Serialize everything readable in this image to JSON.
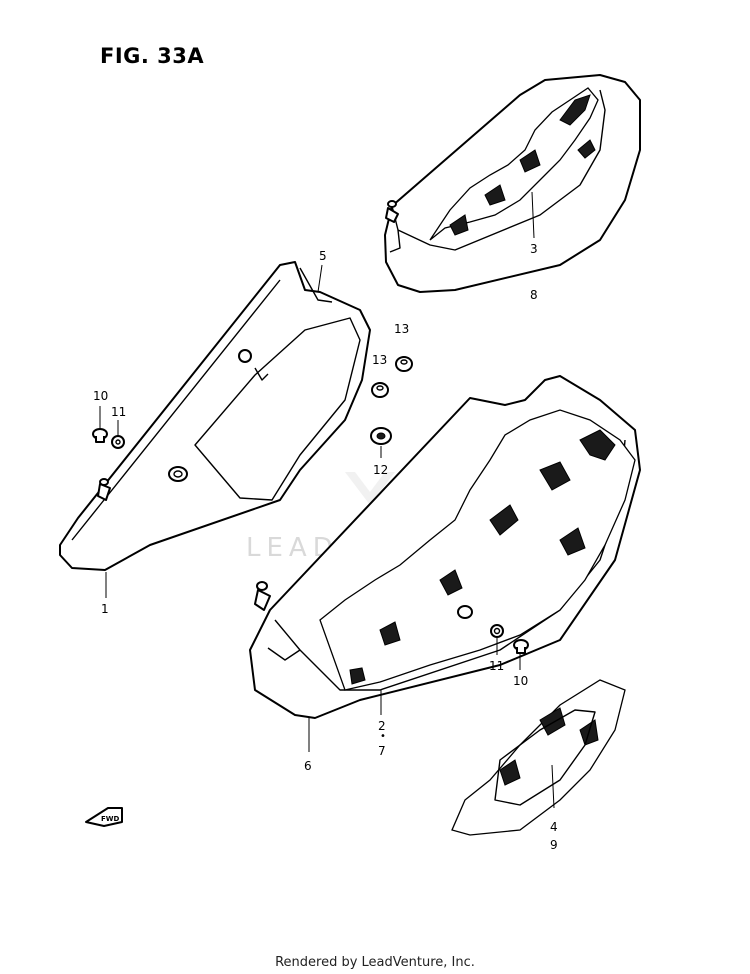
{
  "figure": {
    "title": "FIG. 33A",
    "watermark": "LEADVENTURE",
    "footer": "Rendered by LeadVenture, Inc.",
    "fwd_label": "FWD"
  },
  "callouts": [
    {
      "id": "c1",
      "text": "1"
    },
    {
      "id": "c2",
      "text": "2"
    },
    {
      "id": "c2b",
      "text": "7"
    },
    {
      "id": "c3",
      "text": "3"
    },
    {
      "id": "c3b",
      "text": "8"
    },
    {
      "id": "c4",
      "text": "4"
    },
    {
      "id": "c4b",
      "text": "9"
    },
    {
      "id": "c5",
      "text": "5"
    },
    {
      "id": "c6",
      "text": "6"
    },
    {
      "id": "c10a",
      "text": "10"
    },
    {
      "id": "c10b",
      "text": "10"
    },
    {
      "id": "c11a",
      "text": "11"
    },
    {
      "id": "c11b",
      "text": "11"
    },
    {
      "id": "c12",
      "text": "12"
    },
    {
      "id": "c13a",
      "text": "13"
    },
    {
      "id": "c13b",
      "text": "13"
    }
  ]
}
